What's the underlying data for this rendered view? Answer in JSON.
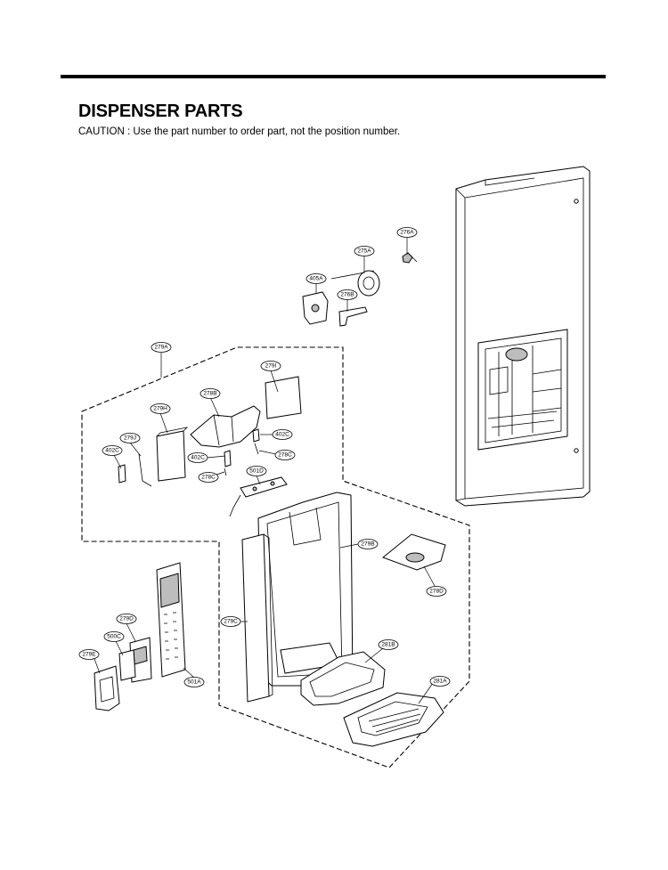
{
  "header": {
    "title": "DISPENSER PARTS",
    "caution": "CAUTION : Use the part number to order part, not the position number."
  },
  "callouts": {
    "c276A": "276A",
    "c275A": "275A",
    "c405A": "405A",
    "c276B": "276B",
    "c279A": "279A",
    "c279I": "279I",
    "c278B": "278B",
    "c279H": "279H",
    "c279J": "279J",
    "c402C_a": "402C",
    "c402C_b": "402C",
    "c402C_c": "402C",
    "c278C_a": "278C",
    "c278C_b": "278C",
    "c501D": "501D",
    "c279B": "279B",
    "c278D": "278D",
    "c279C": "279C",
    "c279D": "279D",
    "c500C": "500C",
    "c279E": "279E",
    "c501A": "501A",
    "c281B": "281B",
    "c281A": "281A"
  }
}
